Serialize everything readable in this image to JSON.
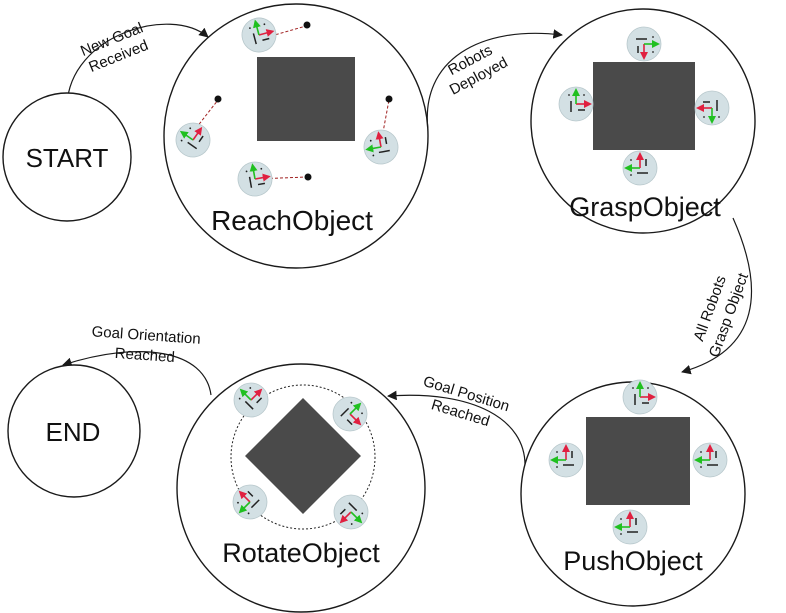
{
  "diagram": {
    "states": {
      "start": "START",
      "reach": "ReachObject",
      "grasp": "GraspObject",
      "push": "PushObject",
      "rotate": "RotateObject",
      "end": "END"
    },
    "transitions": {
      "new_goal_1": "New Goal",
      "new_goal_2": "Received",
      "robots_1": "Robots",
      "robots_2": "Deployed",
      "grasp_1": "All Robots",
      "grasp_2": "Grasp Object",
      "pos_1": "Goal Position",
      "pos_2": "Reached",
      "orient_1": "Goal Orientation",
      "orient_2": "Reached"
    },
    "colors": {
      "object": "#4a4a4a",
      "robot_body": "#d3e0e4",
      "axis_x": "#e02040",
      "axis_y": "#20c020"
    }
  }
}
